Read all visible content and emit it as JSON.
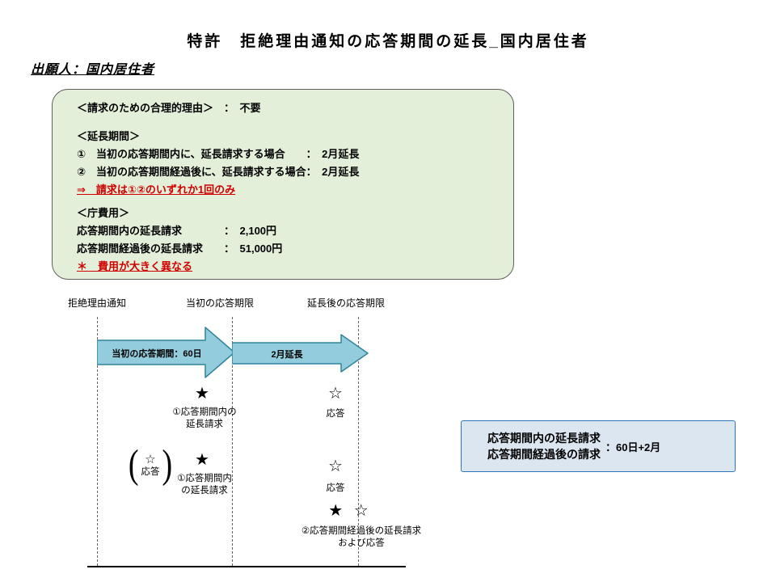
{
  "colors": {
    "box_green_bg": "#e3efd9",
    "box_green_border": "#5f5f5f",
    "arrow_fill": "#93cddd",
    "arrow_border": "#31849b",
    "side_box_bg": "#dce6f1",
    "side_box_border": "#2e75b6",
    "red_text": "#d00000"
  },
  "header": {
    "title": "特許　拒絶理由通知の応答期間の延長_国内居住者",
    "applicant": "出願人：国内居住者"
  },
  "info_box": {
    "reason": "＜請求のための合理的理由＞　：　不要",
    "extension_heading": "＜延長期間＞",
    "extension_item1": "①　当初の応答期間内に、延長請求する場合　　：　2月延長",
    "extension_item2": "②　当初の応答期間経過後に、延長請求する場合：　2月延長",
    "extension_note": "⇒　請求は①②のいずれか1回のみ",
    "fee_heading": "＜庁費用＞",
    "fee_item1": "応答期間内の延長請求　　　　：　2,100円",
    "fee_item2": "応答期間経過後の延長請求　　：　51,000円",
    "fee_note": "＊　費用が大きく異なる"
  },
  "timeline": {
    "milestones": [
      "拒絶理由通知",
      "当初の応答期限",
      "延長後の応答期限"
    ],
    "arrow1_label": "当初の応答期間：60日",
    "arrow2_label": "2月延長",
    "events": {
      "row1_request_star": "★",
      "row1_request_label": "①応答期間内の\n延長請求",
      "row1_response_star": "☆",
      "row1_response_label": "応答",
      "row2_bracket_left": "(",
      "row2_optional_star": "☆",
      "row2_optional_label": "応答",
      "row2_bracket_right": ")",
      "row2_request_star": "★",
      "row2_request_label": "①応答期間内\nの延長請求",
      "row2_response_star": "☆",
      "row2_response_label": "応答",
      "row3_stars": "★ ☆",
      "row3_label": "②応答期間経過後の延長請求\nおよび応答"
    }
  },
  "side_box": {
    "line1": "応答期間内の延長請求",
    "line2": "応答期間経過後の請求",
    "value": "：60日+2月"
  }
}
